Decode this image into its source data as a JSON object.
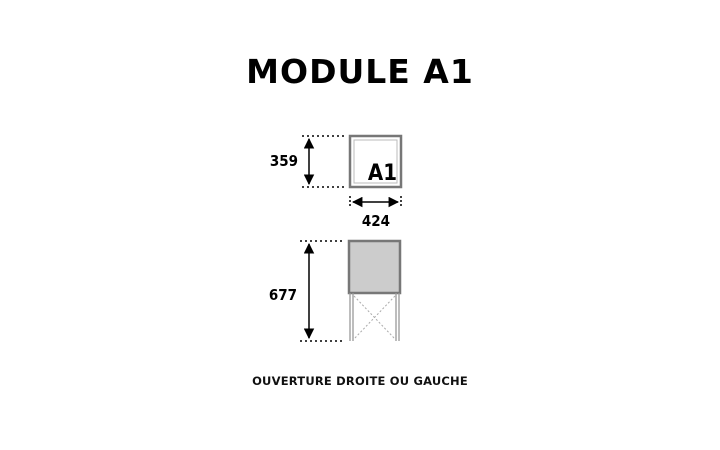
{
  "title": "MODULE A1",
  "top_view": {
    "module_label": "A1",
    "depth_value": "359",
    "width_value": "424"
  },
  "front_view": {
    "height_value": "677"
  },
  "caption": "OUVERTURE DROITE OU GAUCHE",
  "colors": {
    "outline": "#777777",
    "fill": "#cccccc",
    "dimension": "#000000"
  }
}
